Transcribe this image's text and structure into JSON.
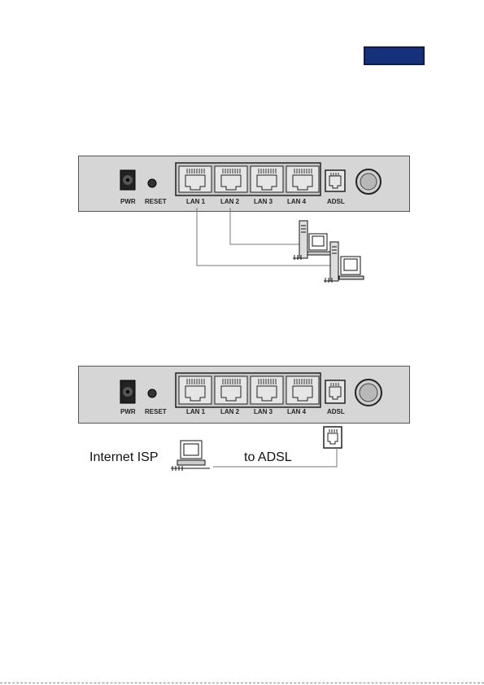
{
  "colors": {
    "badge": "#17307a",
    "panel": "#d6d6d6",
    "wire": "#777777"
  },
  "top_diagram": {
    "ports": {
      "pwr": "PWR",
      "reset": "RESET",
      "lan": [
        "LAN 1",
        "LAN 2",
        "LAN 3",
        "LAN 4"
      ],
      "adsl": "ADSL"
    }
  },
  "bottom_diagram": {
    "ports": {
      "pwr": "PWR",
      "reset": "RESET",
      "lan": [
        "LAN 1",
        "LAN 2",
        "LAN 3",
        "LAN 4"
      ],
      "adsl": "ADSL"
    },
    "internet_label": "Internet ISP",
    "adsl_label": "to ADSL"
  }
}
